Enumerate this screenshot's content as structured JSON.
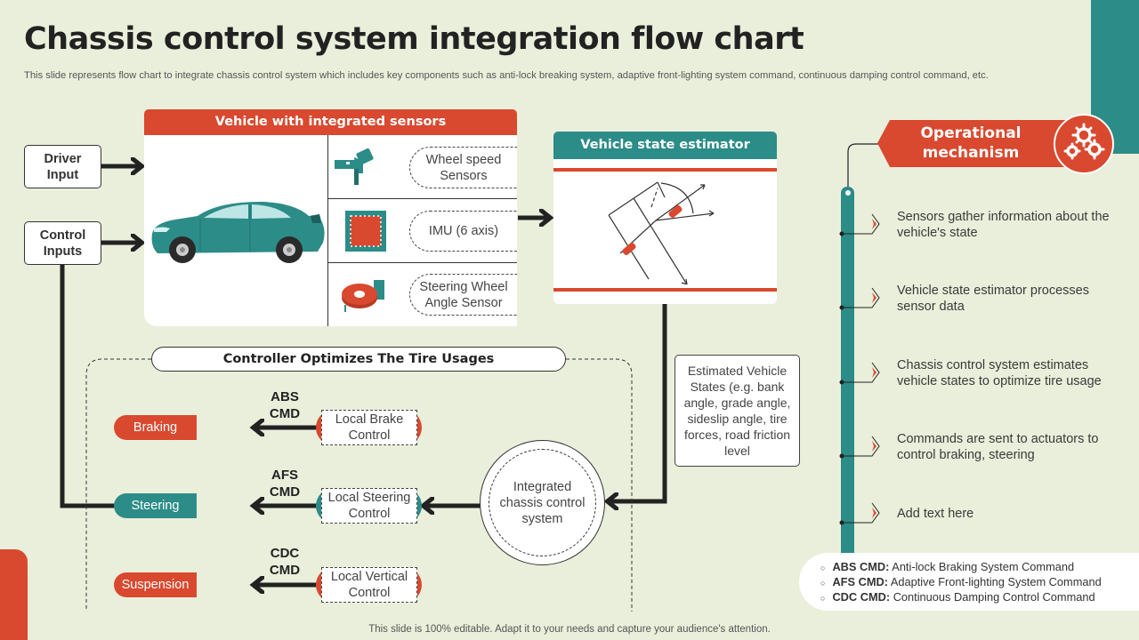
{
  "header": {
    "title": "Chassis control system integration flow chart",
    "subtitle": "This slide represents flow chart to integrate chassis control system which includes key components such as anti-lock breaking system, adaptive front-lighting system command, continuous damping control command, etc."
  },
  "inputs": [
    {
      "label": "Driver Input"
    },
    {
      "label": "Control Inputs"
    }
  ],
  "vehicle_panel": {
    "title": "Vehicle with integrated sensors",
    "sensors": [
      {
        "icon": "wheel-speed-sensor-icon",
        "label": "Wheel speed Sensors"
      },
      {
        "icon": "imu-chip-icon",
        "label": "IMU (6 axis)"
      },
      {
        "icon": "steering-angle-sensor-icon",
        "label": "Steering Wheel Angle Sensor"
      }
    ]
  },
  "estimator": {
    "title": "Vehicle state estimator",
    "states_note": "Estimated Vehicle States (e.g. bank angle, grade angle, sideslip angle, tire forces, road friction level"
  },
  "controller": {
    "title": "Controller Optimizes The Tire Usages",
    "center": "Integrated chassis control system",
    "rows": [
      {
        "actuator": "Braking",
        "cmd": "ABS CMD",
        "local": "Local Brake Control",
        "color": "#d9492f"
      },
      {
        "actuator": "Steering",
        "cmd": "AFS CMD",
        "local": "Local Steering Control",
        "color": "#2c8c88"
      },
      {
        "actuator": "Suspension",
        "cmd": "CDC CMD",
        "local": "Local Vertical Control",
        "color": "#d9492f"
      }
    ]
  },
  "operational": {
    "title": "Operational mechanism",
    "icon": "gears-icon",
    "items": [
      "Sensors gather information about the vehicle's state",
      "Vehicle state estimator processes sensor data",
      "Chassis control system estimates vehicle states to optimize tire usage",
      "Commands are sent to actuators to control braking, steering",
      "Add text here"
    ]
  },
  "legend": [
    {
      "abbr": "ABS CMD:",
      "text": "Anti-lock Braking System Command"
    },
    {
      "abbr": "AFS CMD:",
      "text": "Adaptive Front-lighting System Command"
    },
    {
      "abbr": "CDC CMD:",
      "text": "Continuous Damping Control Command"
    }
  ],
  "footer": "This slide is 100% editable. Adapt it to your needs and capture your audience's attention.",
  "colors": {
    "red": "#d9492f",
    "teal": "#2c8c88",
    "background": "#eaefdb"
  }
}
